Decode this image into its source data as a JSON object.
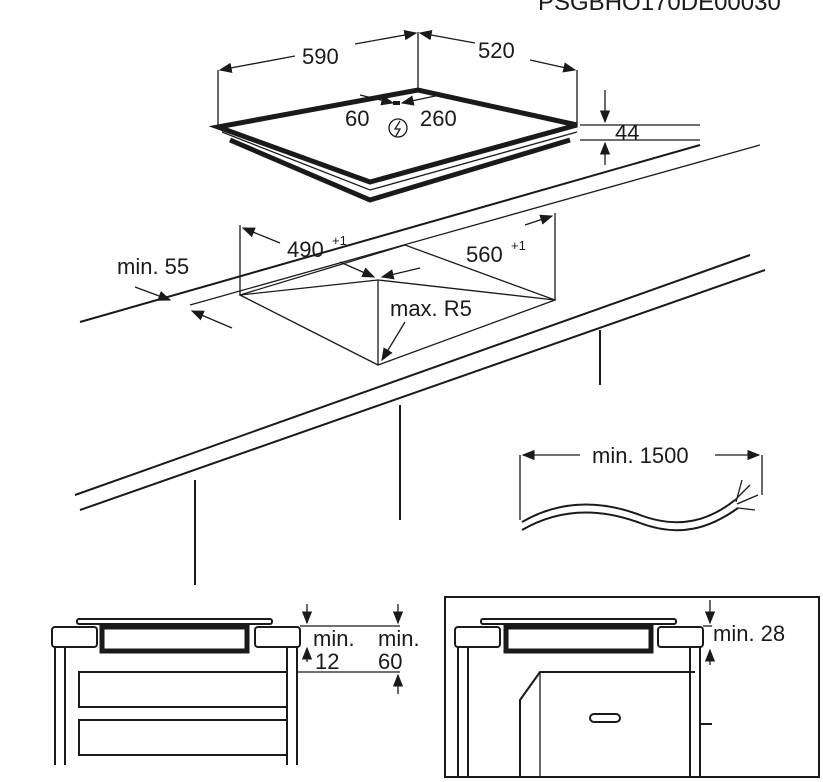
{
  "diagram_code": "PSGBHO170DE00030",
  "hob": {
    "width": "590",
    "depth": "520",
    "height": "44",
    "conn_left": "60",
    "conn_right": "260",
    "power_icon": "lightning-circle-icon"
  },
  "cutout": {
    "width": "490",
    "width_tol": "+1",
    "depth": "560",
    "depth_tol": "+1",
    "radius": "max. R5",
    "front_min": "min. 55"
  },
  "cable": {
    "length": "min. 1500"
  },
  "section_left": {
    "gap_label": "min.",
    "gap_value": "12",
    "space_label": "min.",
    "space_value": "60"
  },
  "section_right": {
    "gap": "min. 28"
  }
}
